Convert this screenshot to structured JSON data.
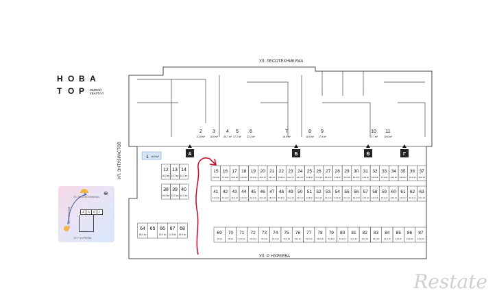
{
  "logo": {
    "letters": [
      "Н",
      "О",
      "В",
      "А",
      "Т",
      "О",
      "Р"
    ],
    "subtitle": "ЖИЛОЙ КВАРТАЛ"
  },
  "streets": {
    "top": "УЛ. ЛЕСОТЕХНИКУМА",
    "bottom": "УЛ. Р. НУРЕЕВА",
    "left": "УЛ. ЭНТУЗИАСТОВ"
  },
  "entrances": [
    "А",
    "Б",
    "В",
    "Г"
  ],
  "minimap": {
    "street_top": "УЛ. ЛЕСОТЕХНИКУМА",
    "street_bottom": "УЛ. Р. НУРЕЕВА",
    "street_left": "УЛ. ЭНТУЗИАСТОВ",
    "sections": [
      "А",
      "Б",
      "В",
      "Г"
    ]
  },
  "watermark": "Restate",
  "colors": {
    "accent_blue": "#d6e6f8",
    "annotation_red": "#c8102e",
    "line": "#444444"
  },
  "spaces": {
    "upper": [
      {
        "n": "2",
        "a": "23.8 м²"
      },
      {
        "n": "3",
        "a": "18.8 м²"
      },
      {
        "n": "4",
        "a": "20.7 м²"
      },
      {
        "n": "5",
        "a": "17.2 м²"
      },
      {
        "n": "6",
        "a": "22.2 м²"
      },
      {
        "n": "7",
        "a": "18.5 м²"
      },
      {
        "n": "8",
        "a": "16.6 м²"
      },
      {
        "n": "9",
        "a": "17.4 м²"
      },
      {
        "n": "10",
        "a": "17.7 м²"
      },
      {
        "n": "11",
        "a": "19.5 м²"
      }
    ],
    "highlighted": {
      "n": "1",
      "a": "18.9 м²"
    },
    "left_top": [
      {
        "n": "12",
        "a": "16.2 м²"
      },
      {
        "n": "13",
        "a": "14.2 м²"
      },
      {
        "n": "14",
        "a": "14.2 м²"
      }
    ],
    "left_mid": [
      {
        "n": "38",
        "a": "16.2 м²"
      },
      {
        "n": "39",
        "a": "14.2 м²"
      },
      {
        "n": "40",
        "a": "14.2 м²"
      }
    ],
    "left_bottom": [
      {
        "n": "64",
        "a": "18.0 м²"
      },
      {
        "n": "65",
        "a": ""
      },
      {
        "n": "66",
        "a": "13.2 м²"
      },
      {
        "n": "67",
        "a": "14.2 м²"
      },
      {
        "n": "68",
        "a": "15.0 м²"
      }
    ],
    "row1": [
      "15",
      "16",
      "17",
      "18",
      "19",
      "20",
      "21",
      "22",
      "23",
      "24",
      "25",
      "26",
      "27",
      "28",
      "29",
      "30",
      "31",
      "32",
      "33",
      "34",
      "35",
      "36",
      "37"
    ],
    "row2": [
      "41",
      "42",
      "43",
      "44",
      "45",
      "46",
      "47",
      "48",
      "49",
      "50",
      "51",
      "52",
      "53",
      "54",
      "55",
      "56",
      "57",
      "58",
      "59",
      "60",
      "61",
      "62",
      "63"
    ],
    "row3": [
      "69",
      "70",
      "71",
      "72",
      "73",
      "74",
      "75",
      "76",
      "77",
      "78",
      "79",
      "80",
      "81",
      "82",
      "83",
      "84",
      "85",
      "86",
      "87"
    ],
    "row_area": "14.2 м²",
    "row3_areas": {
      "69": "16 м²",
      "70": "18 м²"
    }
  }
}
